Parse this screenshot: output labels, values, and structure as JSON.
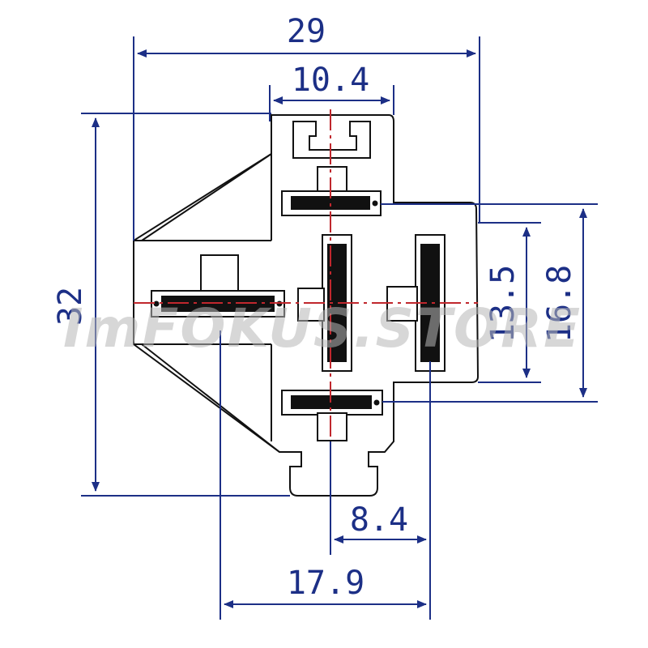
{
  "dimensions": {
    "overall_width": "29",
    "top_width": "10.4",
    "overall_height": "32",
    "inner_height": "13.5",
    "outer_height": "16.8",
    "pin_spacing": "8.4",
    "span_width": "17.9"
  },
  "watermark": "ImFOKUS.STORE",
  "colors": {
    "dimension": "#1c2f86",
    "outline": "#111111",
    "centerline": "#c0272d",
    "terminal": "#111111",
    "watermark": "#b8b8b8"
  }
}
